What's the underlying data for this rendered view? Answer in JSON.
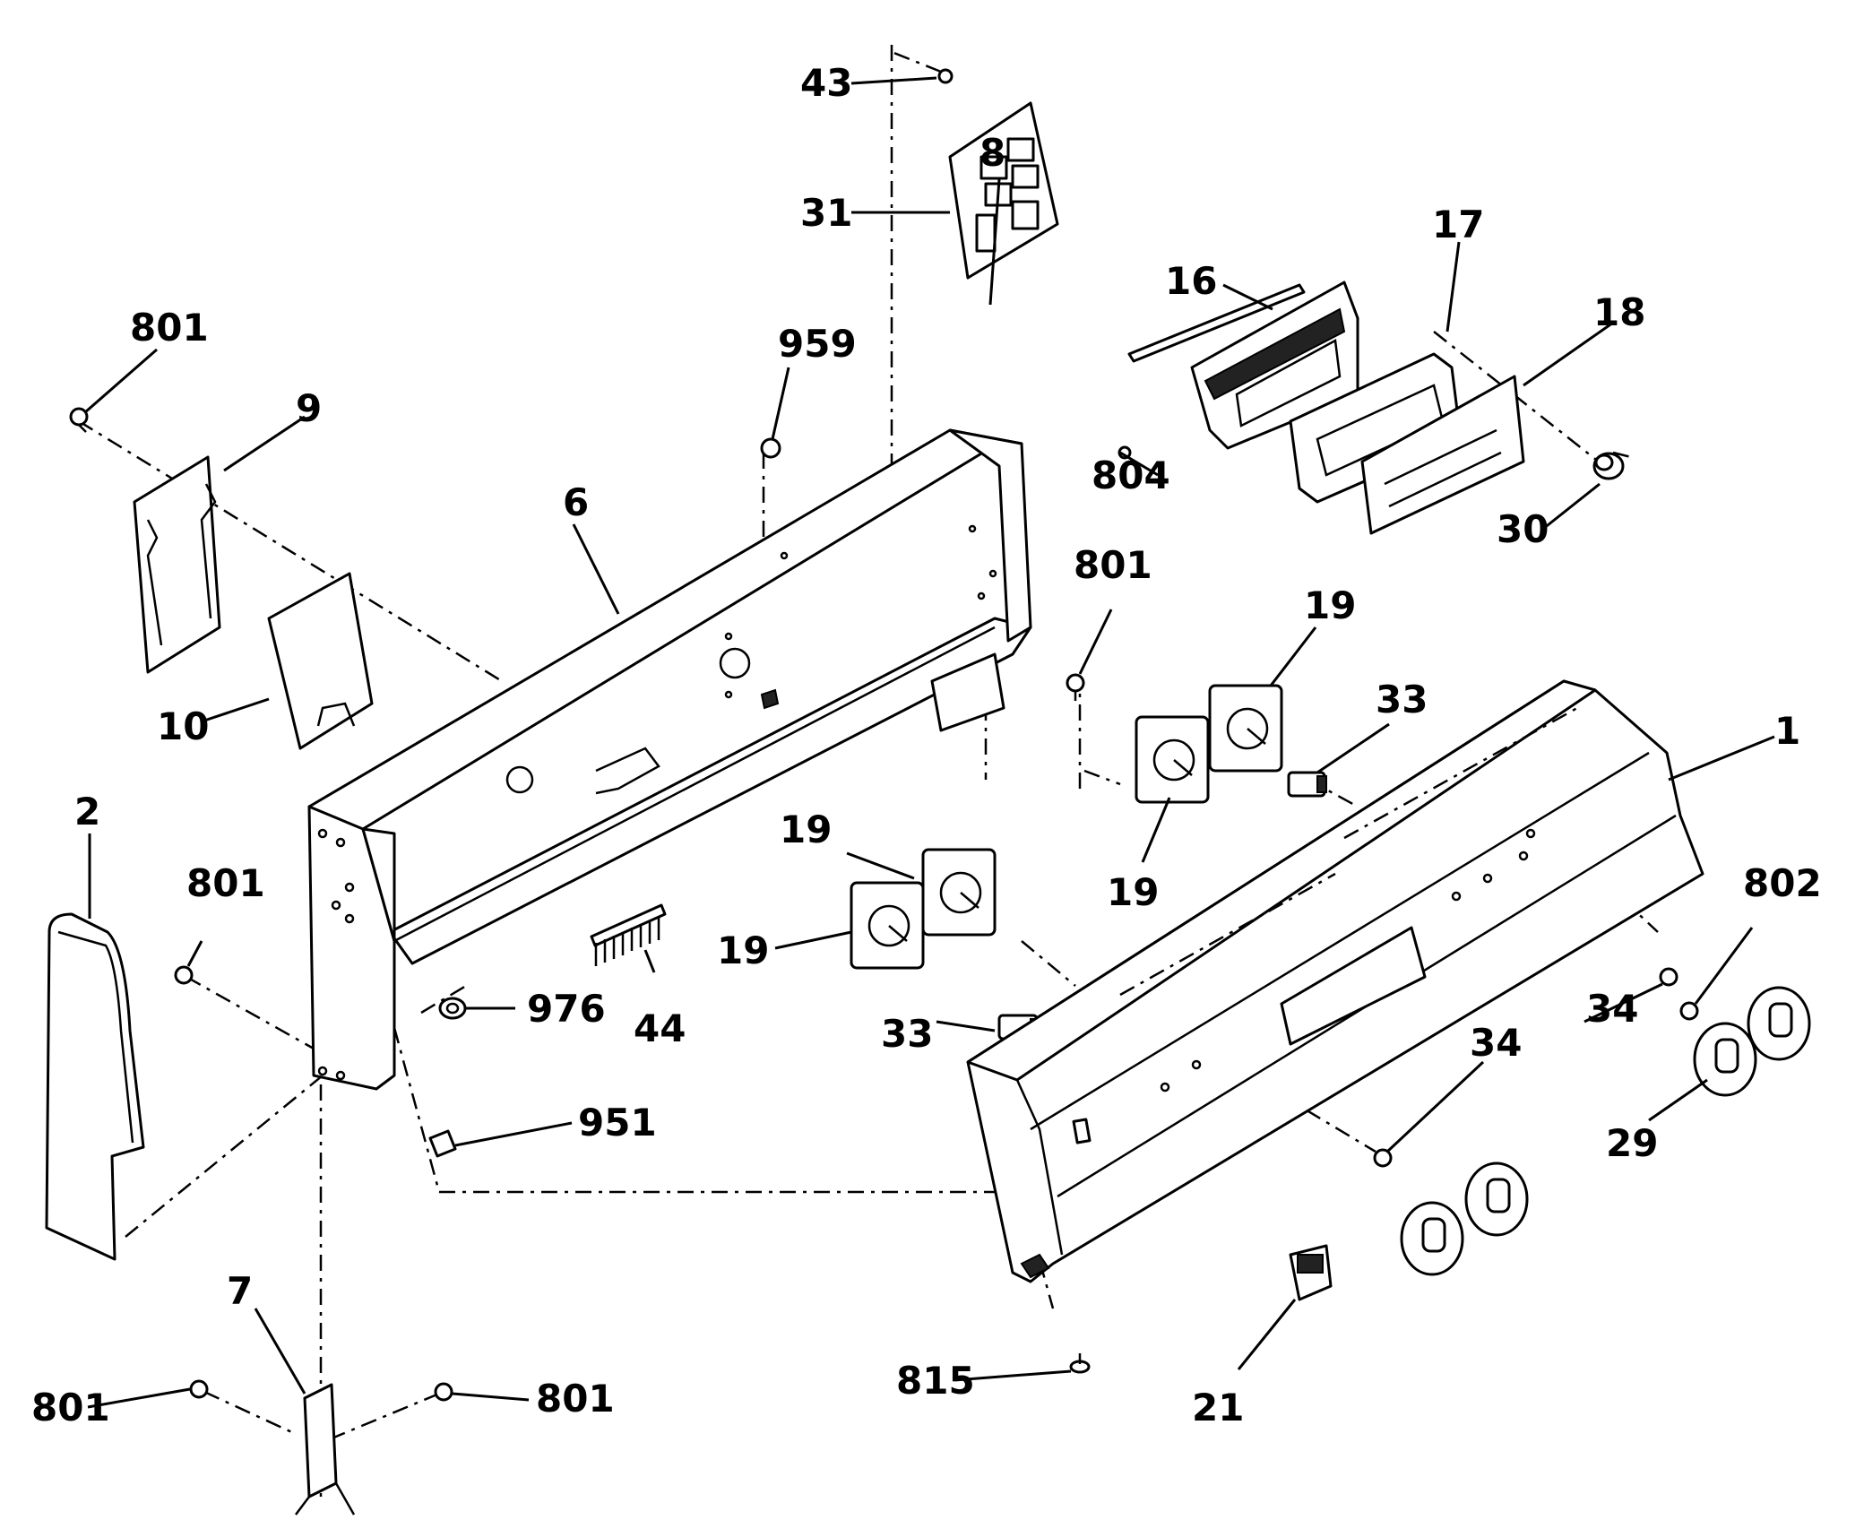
{
  "diagram": {
    "labels": {
      "p43": "43",
      "p31": "31",
      "p8": "8",
      "p17": "17",
      "p16": "16",
      "p18": "18",
      "p801_a": "801",
      "p959": "959",
      "p9": "9",
      "p804": "804",
      "p30": "30",
      "p6": "6",
      "p801_b": "801",
      "p19_a": "19",
      "p33_a": "33",
      "p10": "10",
      "p1": "1",
      "p2": "2",
      "p19_b": "19",
      "p19_c": "19",
      "p801_c": "801",
      "p802": "802",
      "p976": "976",
      "p44": "44",
      "p19_d": "19",
      "p33_b": "33",
      "p34_a": "34",
      "p29": "29",
      "p951": "951",
      "p34_b": "34",
      "p7": "7",
      "p801_d": "801",
      "p801_e": "801",
      "p815": "815",
      "p21": "21"
    }
  }
}
